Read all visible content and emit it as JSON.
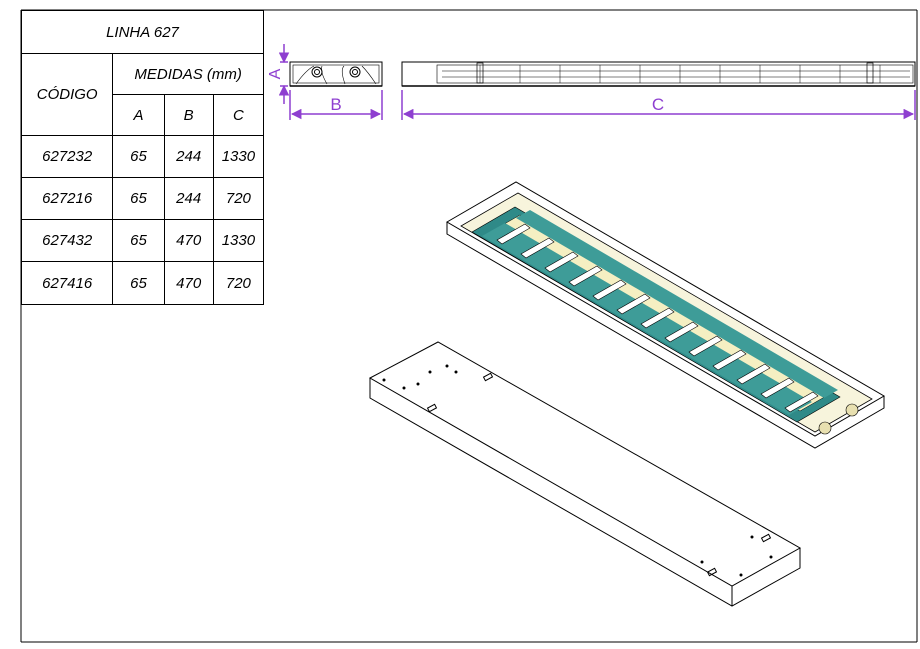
{
  "table": {
    "title": "LINHA 627",
    "code_header": "CÓDIGO",
    "measures_header": "MEDIDAS (mm)",
    "columns": [
      "A",
      "B",
      "C"
    ],
    "rows": [
      {
        "code": "627232",
        "a": "65",
        "b": "244",
        "c": "1330"
      },
      {
        "code": "627216",
        "a": "65",
        "b": "244",
        "c": "720"
      },
      {
        "code": "627432",
        "a": "65",
        "b": "470",
        "c": "1330"
      },
      {
        "code": "627416",
        "a": "65",
        "b": "470",
        "c": "720"
      }
    ]
  },
  "dimensions": {
    "label_a": "A",
    "label_b": "B",
    "label_c": "C",
    "dimension_color": "#8e3fd0"
  }
}
